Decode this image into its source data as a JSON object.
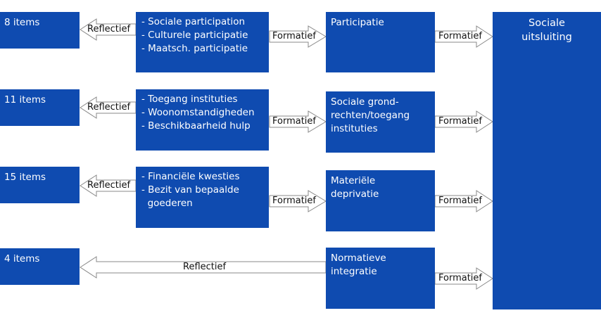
{
  "rows": [
    {
      "items": "8 items",
      "reflect_label": "Reflectief",
      "indicators": [
        "- Sociale participation",
        "- Culturele participatie",
        "- Maatsch. participatie"
      ],
      "form_label_1": "Formatief",
      "concept": [
        "Participatie"
      ],
      "form_label_2": "Formatief"
    },
    {
      "items": "11 items",
      "reflect_label": "Reflectief",
      "indicators": [
        "- Toegang instituties",
        "- Woonomstandigheden",
        "- Beschikbaarheid hulp"
      ],
      "form_label_1": "Formatief",
      "concept": [
        "Sociale grond-",
        "rechten/toegang",
        "instituties"
      ],
      "form_label_2": "Formatief"
    },
    {
      "items": "15 items",
      "reflect_label": "Reflectief",
      "indicators": [
        "- Financiële kwesties",
        "- Bezit van bepaalde",
        "  goederen"
      ],
      "form_label_1": "Formatief",
      "concept": [
        "Materiële",
        "deprivatie"
      ],
      "form_label_2": "Formatief"
    },
    {
      "items": "4 items",
      "reflect_label": "Reflectief",
      "concept": [
        "Normatieve",
        "integratie"
      ],
      "form_label_2": "Formatief"
    }
  ],
  "outcome": [
    "Sociale",
    "uitsluiting"
  ]
}
